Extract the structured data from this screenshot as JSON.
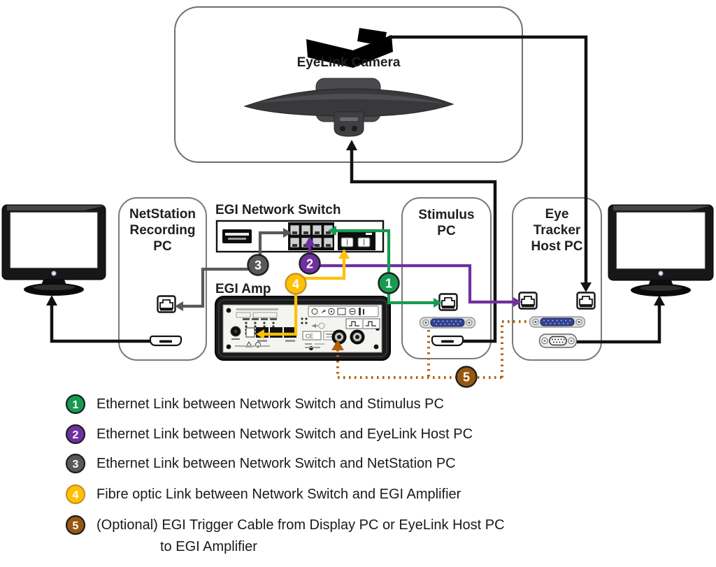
{
  "camera_box": {
    "label": "EyeLink Camera"
  },
  "devices": {
    "netstation_pc": {
      "lines": [
        "NetStation",
        "Recording",
        "PC"
      ]
    },
    "network_switch": {
      "label": "EGI Network Switch"
    },
    "egi_amp": {
      "label": "EGI Amp",
      "ce_mark": "CE"
    },
    "stimulus_pc": {
      "lines": [
        "Stimulus",
        "PC"
      ]
    },
    "eye_tracker_host_pc": {
      "lines": [
        "Eye",
        "Tracker",
        "Host PC"
      ]
    }
  },
  "colors": {
    "link1_green": "#169b50",
    "link2_purple": "#7030a0",
    "link3_gray": "#595959",
    "link4_gold": "#ffc103",
    "link5_brown_fill": "#96570f",
    "link5_dotted": "#b45f06",
    "cable_black": "#111111"
  },
  "legend": {
    "items": [
      {
        "num": "1",
        "color": "#169b50",
        "text": "Ethernet Link between Network Switch and Stimulus PC"
      },
      {
        "num": "2",
        "color": "#7030a0",
        "text": "Ethernet Link between Network Switch and EyeLink Host PC"
      },
      {
        "num": "3",
        "color": "#595959",
        "text": "Ethernet Link between Network Switch and NetStation PC"
      },
      {
        "num": "4",
        "color": "#ffc103",
        "text": "Fibre optic Link between Network Switch and EGI Amplifier"
      },
      {
        "num": "5",
        "color": "#96570f",
        "text": "(Optional) EGI Trigger Cable from Display PC or EyeLink Host PC",
        "text2": "to EGI Amplifier"
      }
    ]
  }
}
